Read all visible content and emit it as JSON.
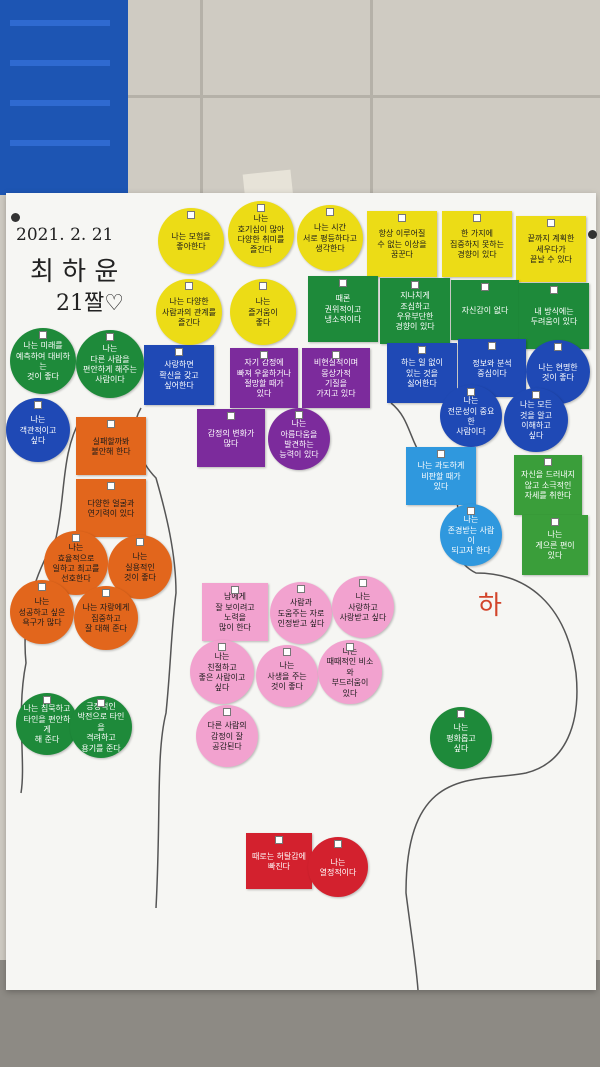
{
  "board": {
    "date": "2021. 2. 21",
    "name": "최 하 윤",
    "age": "21짤♡",
    "margin_mark": "하"
  },
  "notes": [
    {
      "text": "나는 모험을\n좋아한다",
      "color": "yellow",
      "shape": "circle"
    },
    {
      "text": "나는\n호기심이 많아\n다양한 취미를\n즐긴다",
      "color": "yellow",
      "shape": "circle"
    },
    {
      "text": "나는 시간\n서로 평등하다고\n생각한다",
      "color": "yellow",
      "shape": "circle"
    },
    {
      "text": "항상 이루어질\n수 없는 이상을\n꿈꾼다",
      "color": "yellow",
      "shape": "square"
    },
    {
      "text": "한 가지에\n집중하지 못하는\n경향이 있다",
      "color": "yellow",
      "shape": "square"
    },
    {
      "text": "끝까지 계획한\n세우다가\n끝날 수 있다",
      "color": "yellow",
      "shape": "square"
    },
    {
      "text": "나는 다양한\n사람과의 관계를\n즐긴다",
      "color": "yellow",
      "shape": "circle"
    },
    {
      "text": "나는\n즐거움이\n좋다",
      "color": "yellow",
      "shape": "circle"
    },
    {
      "text": "때론\n권위적이고\n냉소적이다",
      "color": "green",
      "shape": "square"
    },
    {
      "text": "지나치게\n조심하고\n우유부단한\n경향이 있다",
      "color": "green",
      "shape": "square"
    },
    {
      "text": "자신감이 없다",
      "color": "green",
      "shape": "square"
    },
    {
      "text": "내 방식에는\n두려움이 있다",
      "color": "green",
      "shape": "square"
    },
    {
      "text": "나는 미래를\n예측하여 대비하는\n것이 좋다",
      "color": "green",
      "shape": "circle"
    },
    {
      "text": "나는\n다른 사람을\n편안하게 해주는\n사람이다",
      "color": "green",
      "shape": "circle"
    },
    {
      "text": "사랑하면\n확신을 갖고\n싶어한다",
      "color": "blue",
      "shape": "square"
    },
    {
      "text": "자기 감정에\n빠져 우울하거나\n절망할 때가\n있다",
      "color": "purple",
      "shape": "square"
    },
    {
      "text": "비현실적이며\n몽상가적\n기질을\n가지고 있다",
      "color": "purple",
      "shape": "square"
    },
    {
      "text": "하는 일 없이\n있는 것을\n싫어한다",
      "color": "blue",
      "shape": "square"
    },
    {
      "text": "정보와 분석\n중심이다",
      "color": "blue",
      "shape": "square"
    },
    {
      "text": "나는 현명한\n것이 좋다",
      "color": "blue",
      "shape": "circle"
    },
    {
      "text": "나는\n객관적이고\n싶다",
      "color": "blue",
      "shape": "circle"
    },
    {
      "text": "감정의 변화가\n많다",
      "color": "purple",
      "shape": "square"
    },
    {
      "text": "나는\n아름다움을\n발견하는\n능력이 있다",
      "color": "purple",
      "shape": "circle"
    },
    {
      "text": "나는\n전문성이 중요한\n사람이다",
      "color": "blue",
      "shape": "circle"
    },
    {
      "text": "나는 모든\n것을 알고\n이해하고\n싶다",
      "color": "blue",
      "shape": "circle"
    },
    {
      "text": "실패할까봐\n불안해 한다",
      "color": "orange",
      "shape": "square"
    },
    {
      "text": "나는 과도하게\n비판할 때가\n있다",
      "color": "lightblue",
      "shape": "square"
    },
    {
      "text": "자신을 드러내지\n않고 소극적인\n자세를 취한다",
      "color": "lightgreen",
      "shape": "square"
    },
    {
      "text": "다양한 얼굴과\n연기력이 있다",
      "color": "orange",
      "shape": "square"
    },
    {
      "text": "나는\n존경받는 사람이\n되고자 한다",
      "color": "lightblue",
      "shape": "circle"
    },
    {
      "text": "나는\n게으른 편이\n있다",
      "color": "lightgreen",
      "shape": "square"
    },
    {
      "text": "나는\n효율적으로\n일하고 최고를\n선호한다",
      "color": "orange",
      "shape": "circle"
    },
    {
      "text": "나는\n실용적인\n것이 좋다",
      "color": "orange",
      "shape": "circle"
    },
    {
      "text": "나는\n성공하고 싶은\n욕구가 많다",
      "color": "orange",
      "shape": "circle"
    },
    {
      "text": "나는 자랑에게\n집중하고\n잘 대해 준다",
      "color": "orange",
      "shape": "circle"
    },
    {
      "text": "남에게\n잘 보이려고\n노력을\n많이 한다",
      "color": "pink",
      "shape": "square"
    },
    {
      "text": "사람과\n도움주는 자로\n인정받고 싶다",
      "color": "pink",
      "shape": "circle"
    },
    {
      "text": "나는\n사랑하고\n사랑받고 싶다",
      "color": "pink",
      "shape": "circle"
    },
    {
      "text": "나는\n친절하고\n좋은 사람이고\n싶다",
      "color": "pink",
      "shape": "circle"
    },
    {
      "text": "나는\n사생을 주는\n것이 좋다",
      "color": "pink",
      "shape": "circle"
    },
    {
      "text": "나는\n때때적인 비소와\n부드러움이\n있다",
      "color": "pink",
      "shape": "circle"
    },
    {
      "text": "다른 사람의\n감정이 잘\n공감된다",
      "color": "pink",
      "shape": "circle"
    },
    {
      "text": "나는 침묵하고\n타인을 편안하게\n해 준다",
      "color": "green",
      "shape": "circle"
    },
    {
      "text": "긍정적인\n박전으로 타인을\n격려하고\n용기를 준다",
      "color": "green",
      "shape": "circle"
    },
    {
      "text": "나는\n평화롭고\n싶다",
      "color": "green",
      "shape": "circle"
    },
    {
      "text": "때로는 허탈감에\n빠진다",
      "color": "red",
      "shape": "square"
    },
    {
      "text": "나는\n열정적이다",
      "color": "red",
      "shape": "circle"
    }
  ]
}
